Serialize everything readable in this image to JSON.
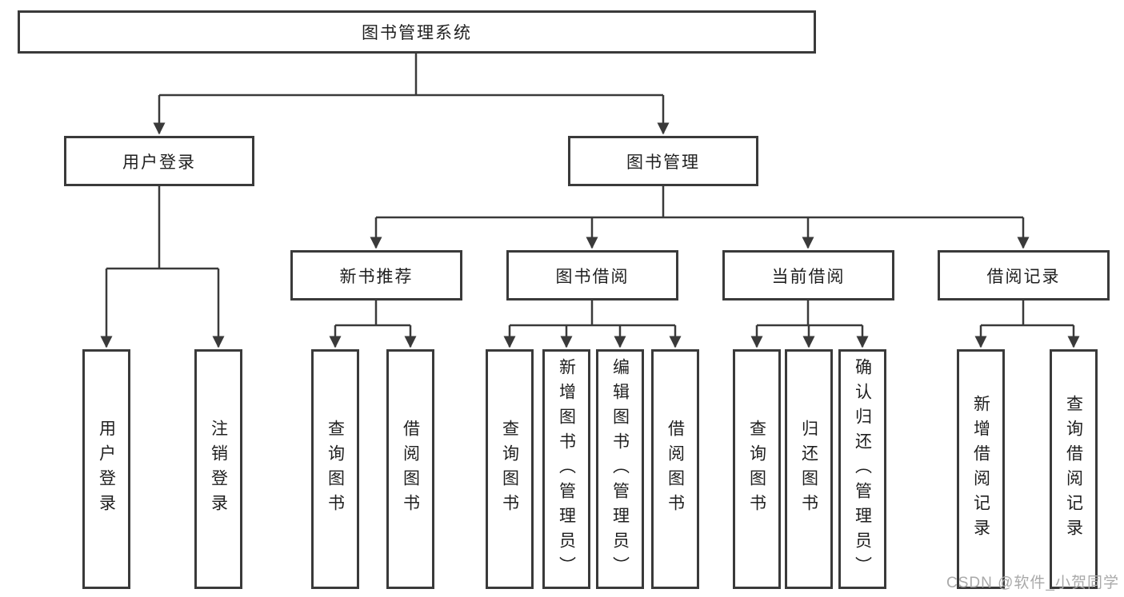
{
  "diagram": {
    "root": "图书管理系统",
    "level2": [
      "用户登录",
      "图书管理"
    ],
    "level3": [
      "新书推荐",
      "图书借阅",
      "当前借阅",
      "借阅记录"
    ],
    "leaves": [
      "用户登录",
      "注销登录",
      "查询图书",
      "借阅图书",
      "查询图书",
      "新增图书（管理员）",
      "编辑图书（管理员）",
      "借阅图书",
      "查询图书",
      "归还图书",
      "确认归还（管理员）",
      "新增借阅记录",
      "查询借阅记录"
    ]
  },
  "watermark": "CSDN @软件_小贺同学",
  "colors": {
    "line": "#3a3a3a",
    "box_border": "#3a3a3a",
    "text": "#1f1f1f",
    "watermark": "#a9a9a9",
    "background": "#ffffff"
  }
}
